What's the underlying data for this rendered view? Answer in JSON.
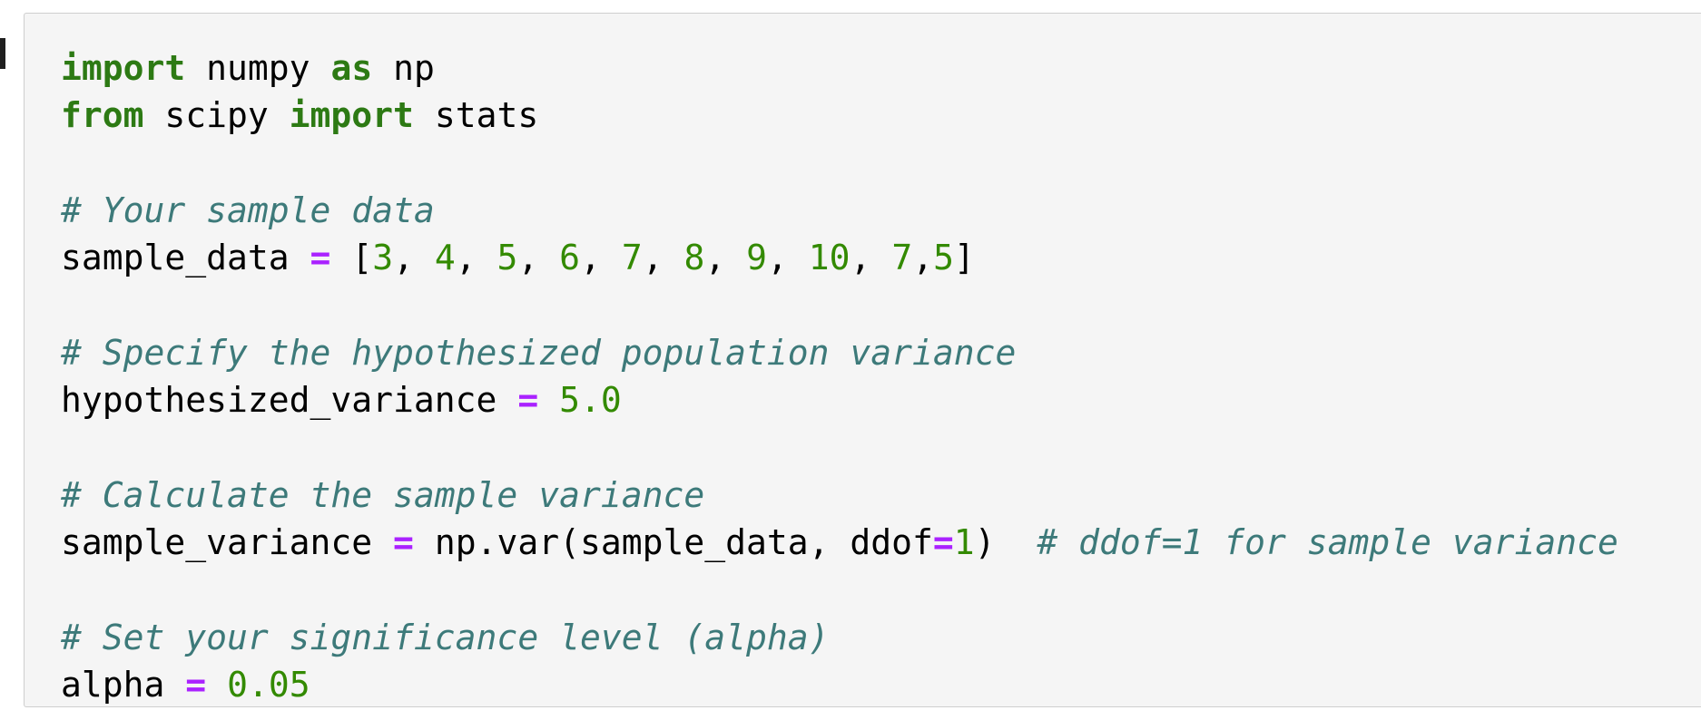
{
  "cell": {
    "lines": [
      {
        "segments": [
          {
            "t": "import",
            "c": "kw"
          },
          {
            "t": " numpy ",
            "c": "tx"
          },
          {
            "t": "as",
            "c": "kw"
          },
          {
            "t": " np",
            "c": "tx"
          }
        ]
      },
      {
        "segments": [
          {
            "t": "from",
            "c": "kw"
          },
          {
            "t": " scipy ",
            "c": "tx"
          },
          {
            "t": "import",
            "c": "kw"
          },
          {
            "t": " stats",
            "c": "tx"
          }
        ]
      },
      {
        "segments": []
      },
      {
        "segments": [
          {
            "t": "# Your sample data",
            "c": "cm"
          }
        ]
      },
      {
        "segments": [
          {
            "t": "sample_data ",
            "c": "tx"
          },
          {
            "t": "=",
            "c": "op"
          },
          {
            "t": " [",
            "c": "tx"
          },
          {
            "t": "3",
            "c": "num"
          },
          {
            "t": ", ",
            "c": "tx"
          },
          {
            "t": "4",
            "c": "num"
          },
          {
            "t": ", ",
            "c": "tx"
          },
          {
            "t": "5",
            "c": "num"
          },
          {
            "t": ", ",
            "c": "tx"
          },
          {
            "t": "6",
            "c": "num"
          },
          {
            "t": ", ",
            "c": "tx"
          },
          {
            "t": "7",
            "c": "num"
          },
          {
            "t": ", ",
            "c": "tx"
          },
          {
            "t": "8",
            "c": "num"
          },
          {
            "t": ", ",
            "c": "tx"
          },
          {
            "t": "9",
            "c": "num"
          },
          {
            "t": ", ",
            "c": "tx"
          },
          {
            "t": "10",
            "c": "num"
          },
          {
            "t": ", ",
            "c": "tx"
          },
          {
            "t": "7",
            "c": "num"
          },
          {
            "t": ",",
            "c": "tx"
          },
          {
            "t": "5",
            "c": "num"
          },
          {
            "t": "]",
            "c": "tx"
          }
        ]
      },
      {
        "segments": []
      },
      {
        "segments": [
          {
            "t": "# Specify the hypothesized population variance",
            "c": "cm"
          }
        ]
      },
      {
        "segments": [
          {
            "t": "hypothesized_variance ",
            "c": "tx"
          },
          {
            "t": "=",
            "c": "op"
          },
          {
            "t": " ",
            "c": "tx"
          },
          {
            "t": "5.0",
            "c": "num"
          }
        ]
      },
      {
        "segments": []
      },
      {
        "segments": [
          {
            "t": "# Calculate the sample variance",
            "c": "cm"
          }
        ]
      },
      {
        "segments": [
          {
            "t": "sample_variance ",
            "c": "tx"
          },
          {
            "t": "=",
            "c": "op"
          },
          {
            "t": " np.var(sample_data, ddof",
            "c": "tx"
          },
          {
            "t": "=",
            "c": "op"
          },
          {
            "t": "1",
            "c": "num"
          },
          {
            "t": ")  ",
            "c": "tx"
          },
          {
            "t": "# ddof=1 for sample variance",
            "c": "cm"
          }
        ]
      },
      {
        "segments": []
      },
      {
        "segments": [
          {
            "t": "# Set your significance level (alpha)",
            "c": "cm"
          }
        ]
      },
      {
        "segments": [
          {
            "t": "alpha ",
            "c": "tx"
          },
          {
            "t": "=",
            "c": "op"
          },
          {
            "t": " ",
            "c": "tx"
          },
          {
            "t": "0.05",
            "c": "num"
          }
        ]
      }
    ]
  }
}
